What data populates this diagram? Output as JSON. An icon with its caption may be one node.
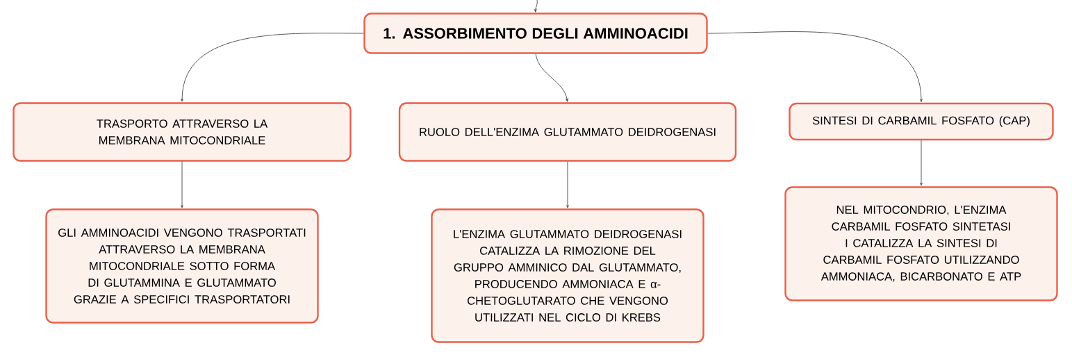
{
  "diagram": {
    "nodes": [
      {
        "text": [
          "1. ASSORBIMENTO DEGLI AMMINOACIDI"
        ]
      },
      {
        "text": [
          "TRASPORTO ATTRAVERSO LA MEMBRANA MITOCONDRIALE"
        ]
      },
      {
        "text": [
          "RUOLO DELL'ENZIMA GLUTAMMATO DEIDROGENASI"
        ]
      },
      {
        "text": [
          "SINTESI DI CARBAMIL FOSFATO (CAP)"
        ]
      },
      {
        "text": [
          "GLI AMMINOACIDI VENGONO TRASPORTATI ATTRAVERSO LA MEMBRANA MITOCONDRIALE SOTTO FORMA DI GLUTAMMINA E GLUTAMMATO GRAZIE A SPECIFICI TRASPORTATORI"
        ]
      },
      {
        "text": [
          "L'ENZIMA GLUTAMMATO DEIDROGENASI CATALIZZA LA RIMOZIONE DEL GRUPPO AMMINICO DAL GLUTAMMATO, PRODUCENDO AMMONIACA E α-CHETOGLUTARATO CHE VENGONO UTILIZZATI NEL CICLO DI KREBS"
        ]
      },
      {
        "text": [
          "NEL MITOCONDRIO, L'ENZIMA CARBAMIL FOSFATO SINTETASI I CATALIZZA LA SINTESI DI CARBAMIL FOSFATO UTILIZZANDO AMMONIACA, BICARBONATO E ATP"
        ]
      }
    ],
    "edges": [
      {
        "from": null,
        "to": 0,
        "arrow": "to"
      },
      {
        "from": 0,
        "to": 1,
        "arrow": "to"
      },
      {
        "from": 0,
        "to": 2,
        "arrow": "to"
      },
      {
        "from": 0,
        "to": 3,
        "arrow": "to"
      },
      {
        "from": 1,
        "to": 4,
        "arrow": "to"
      },
      {
        "from": 2,
        "to": 5,
        "arrow": "to"
      },
      {
        "from": 3,
        "to": 6,
        "arrow": "to"
      }
    ]
  }
}
